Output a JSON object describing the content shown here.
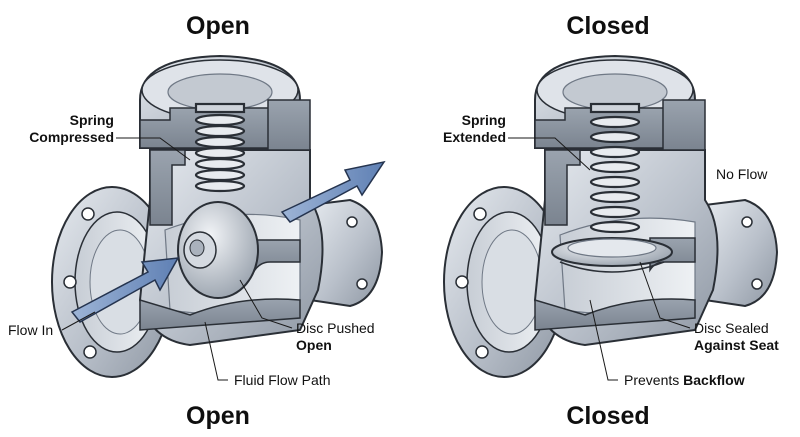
{
  "left_panel": {
    "title_top": "Open",
    "title_bottom": "Open",
    "spring_label_line1": "Spring",
    "spring_label_line2": "Compressed",
    "flow_in_label": "Flow In",
    "disc_label_line1": "Disc Pushed",
    "disc_label_line2": "Open",
    "path_label": "Fluid Flow Path"
  },
  "right_panel": {
    "title_top": "Closed",
    "title_bottom": "Closed",
    "spring_label_line1": "Spring",
    "spring_label_line2": "Extended",
    "no_flow_label": "No Flow",
    "disc_label_line1": "Disc Sealed",
    "disc_label_line2": "Against Seat",
    "backflow_label_prefix": "Prevents ",
    "backflow_label_bold": "Backflow"
  },
  "colors": {
    "metal_light": "#d7dce3",
    "metal_mid": "#aab2bd",
    "metal_dark": "#6f7885",
    "outline": "#2a2f36",
    "arrow_fill": "#7f9cc7",
    "arrow_stroke": "#25344f"
  }
}
